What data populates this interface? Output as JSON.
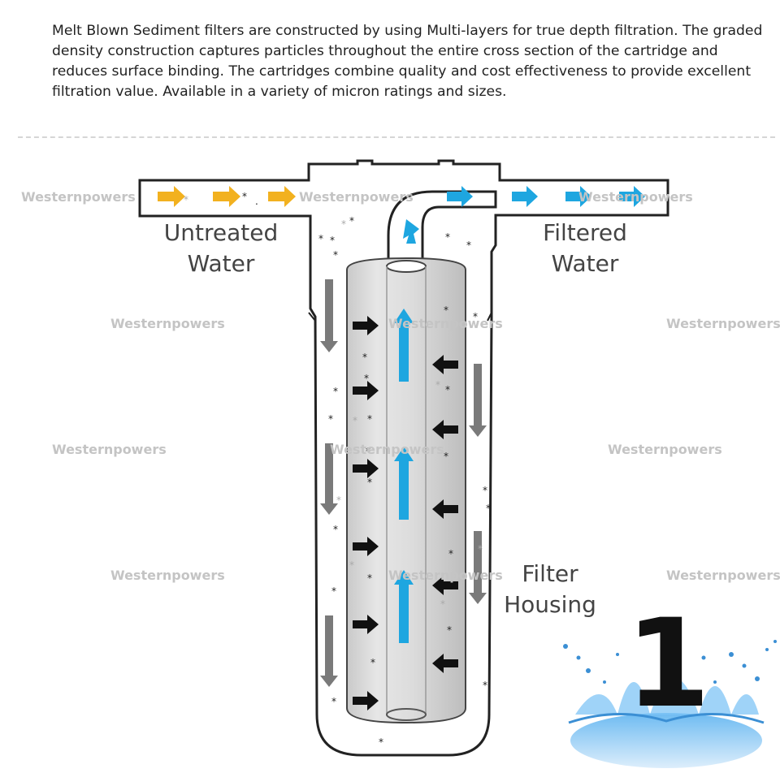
{
  "description": "Melt Blown Sediment filters are constructed by using Multi-layers for true depth filtration. The graded density construction captures particles throughout the entire cross section of the cartridge and reduces surface binding. The cartridges combine quality and cost effectiveness to provide excellent filtration value. Available in a variety of micron ratings and sizes.",
  "labels": {
    "untreated_line1": "Untreated",
    "untreated_line2": "Water",
    "filtered_line1": "Filtered",
    "filtered_line2": "Water",
    "housing_line1": "Filter",
    "housing_line2": "Housing"
  },
  "watermark": "Westernpowers",
  "badge_number": "1",
  "colors": {
    "inlet_arrow": "#f2b11f",
    "filtered_arrow": "#1ea6e0",
    "inflow_arrow": "#111111",
    "downflow_arrow": "#7a7a7a",
    "cartridge_fill": "#dedede",
    "housing_stroke": "#222222",
    "splash": "#3b8fd4"
  }
}
